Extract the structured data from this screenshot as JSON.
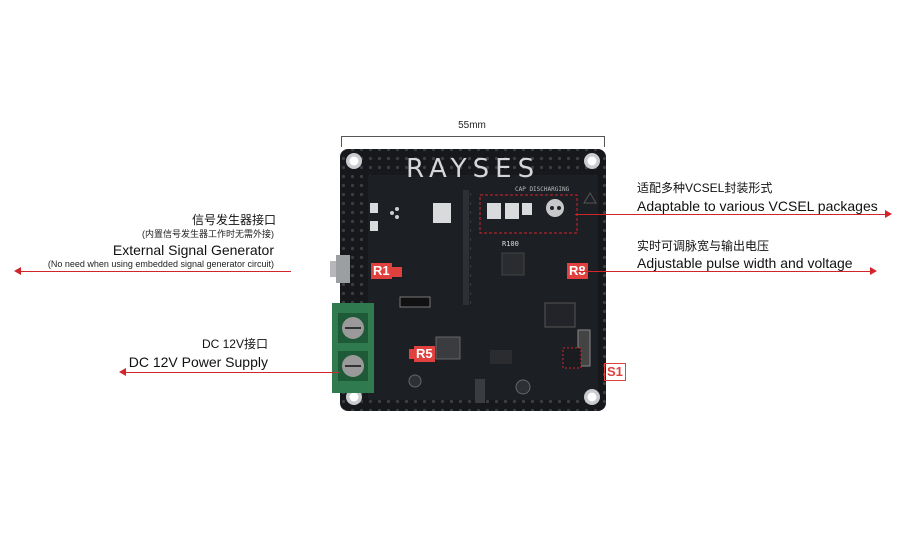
{
  "dimension": {
    "label": "55mm"
  },
  "board": {
    "brand": "RAYSES",
    "print_cap": "CAP DISCHARGING",
    "print_part": "R100"
  },
  "callouts": {
    "vcsel": {
      "cn": "适配多种VCSEL封装形式",
      "en": "Adaptable to various VCSEL packages"
    },
    "pulse": {
      "cn": "实时可调脉宽与输出电压",
      "en": "Adjustable pulse width and voltage"
    },
    "signal": {
      "cn": "信号发生器接口",
      "cn_sub": "(内置信号发生器工作时无需外接)",
      "en": "External Signal Generator",
      "en_sub": "(No need when using embedded signal generator circuit)"
    },
    "power": {
      "cn": "DC 12V接口",
      "en": "DC 12V Power Supply"
    }
  },
  "tags": {
    "r1": "R1",
    "r5": "R5",
    "r8": "R8",
    "s1": "S1"
  },
  "colors": {
    "accent": "#d3242b",
    "board": "#16181c",
    "terminal": "#2f7a4f"
  }
}
